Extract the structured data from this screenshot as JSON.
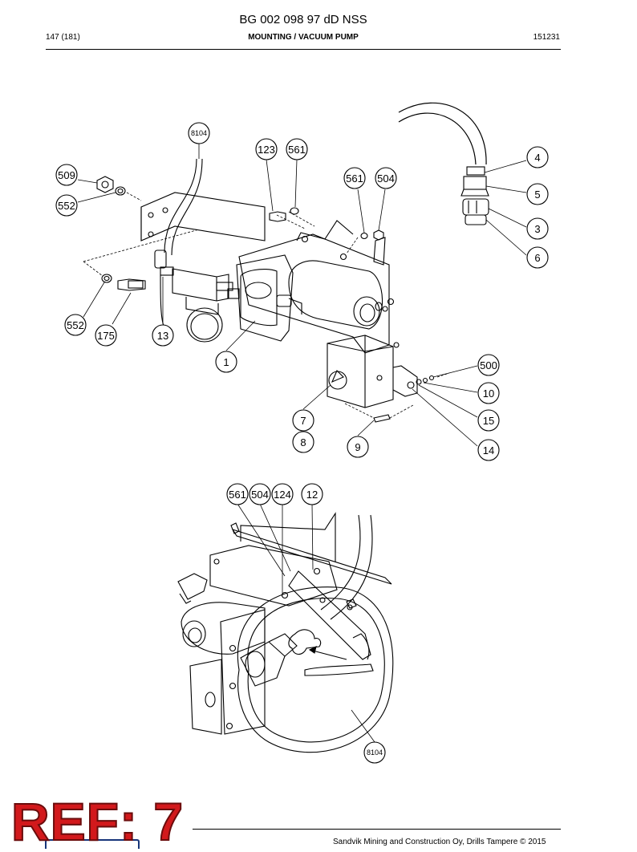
{
  "header": {
    "doc_title": "BG 002 098 97 dD NSS",
    "page": "147 (181)",
    "section": "MOUNTING / VACUUM PUMP",
    "date_code": "151231"
  },
  "callouts_top": {
    "c8104": "8104",
    "c123": "123",
    "c561a": "561",
    "c509": "509",
    "c552a": "552",
    "c561b": "561",
    "c504": "504",
    "c4": "4",
    "c5": "5",
    "c3": "3",
    "c6": "6",
    "c552b": "552",
    "c175": "175",
    "c13": "13",
    "c1": "1",
    "c7": "7",
    "c8": "8",
    "c9": "9",
    "c500": "500",
    "c10": "10",
    "c15": "15",
    "c14": "14"
  },
  "callouts_bottom": {
    "c561": "561",
    "c504": "504",
    "c124": "124",
    "c12": "12",
    "c8104": "8104"
  },
  "footer": {
    "ref_label": "REF: 7",
    "copyright": "Sandvik Mining and Construction Oy, Drills Tampere © 2015"
  }
}
